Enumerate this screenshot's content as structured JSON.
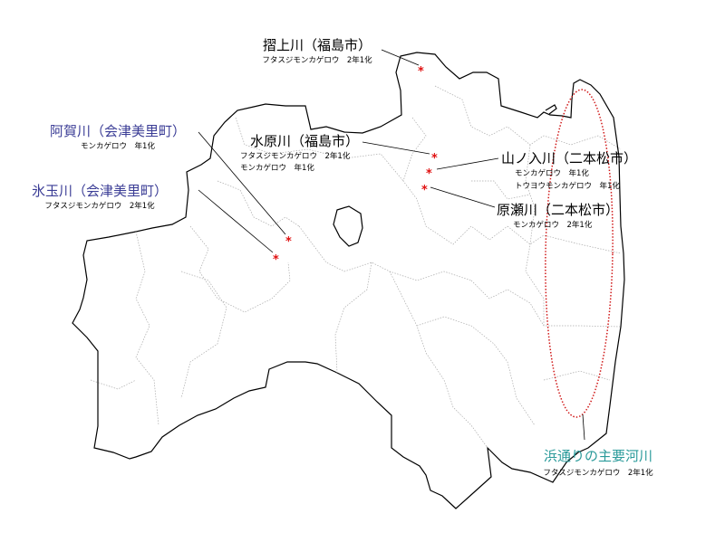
{
  "colors": {
    "aizu_label": "#3b3d96",
    "hamadori_label": "#2a9a9a",
    "marker": "#e01010",
    "region_ellipse": "#d01818"
  },
  "labels": {
    "surikami": {
      "title": "摺上川（福島市）",
      "lines": [
        "フタスジモンカゲロウ　2年1化"
      ]
    },
    "aga": {
      "title": "阿賀川（会津美里町）",
      "lines": [
        "モンカゲロウ　年1化"
      ]
    },
    "hitama": {
      "title": "氷玉川（会津美里町）",
      "lines": [
        "フタスジモンカゲロウ　2年1化"
      ]
    },
    "mizuhara": {
      "title": "水原川（福島市）",
      "lines": [
        "フタスジモンカゲロウ　2年1化",
        "モンカゲロウ　年1化"
      ]
    },
    "yamanoiri": {
      "title": "山ノ入川（二本松市）",
      "lines": [
        "モンカゲロウ　年1化",
        "トウヨウモンカゲロウ　年1化"
      ]
    },
    "harase": {
      "title": "原瀬川（二本松市）",
      "lines": [
        "モンカゲロウ　2年1化"
      ]
    },
    "hamadori": {
      "title": "浜通りの主要河川",
      "lines": [
        "フタスジモンカゲロウ　2年1化"
      ]
    }
  },
  "marker_symbol": "*"
}
